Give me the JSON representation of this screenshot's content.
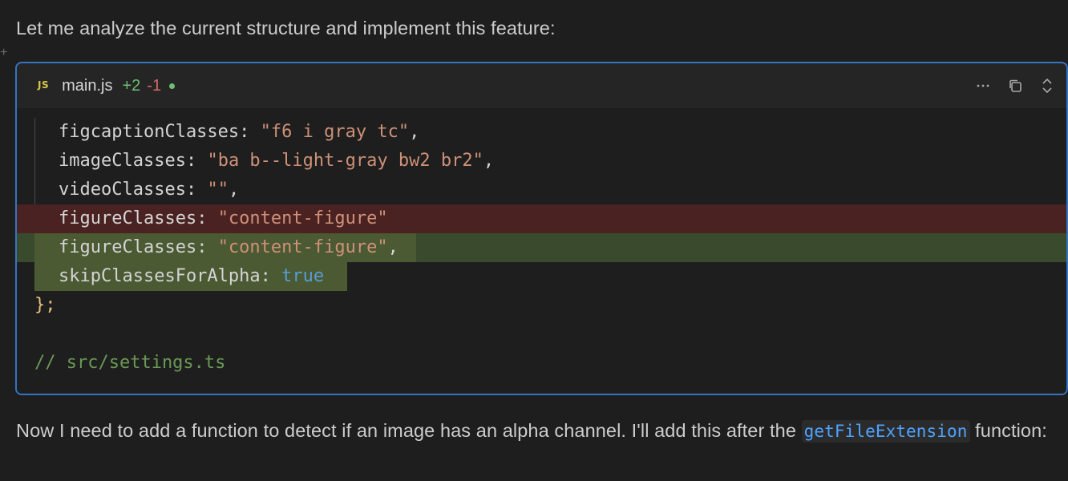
{
  "message": {
    "intro": "Let me analyze the current structure and implement this feature:",
    "outro_before": "Now I need to add a function to detect if an image has an alpha channel. I'll add this after the ",
    "outro_code": "getFileExtension",
    "outro_after": " function:"
  },
  "plus_glyph": "+",
  "code_block": {
    "lang_badge": "JS",
    "filename": "main.js",
    "added": "+2",
    "removed": "-1",
    "actions": [
      "more-icon",
      "copy-icon",
      "expand-collapse-icon"
    ],
    "lines": {
      "l1_key": "figcaptionClasses",
      "l1_val": "\"f6 i gray tc\"",
      "l2_key": "imageClasses",
      "l2_val": "\"ba b--light-gray bw2 br2\"",
      "l3_key": "videoClasses",
      "l3_val": "\"\"",
      "l4_key": "figureClasses",
      "l4_val": "\"content-figure\"",
      "l5_key": "figureClasses",
      "l5_val": "\"content-figure\"",
      "l6_key": "skipClassesForAlpha",
      "l6_val": "true",
      "l7": "};",
      "l9": "// src/settings.ts"
    },
    "colors": {
      "accent_border": "#3574c0",
      "deleted_bg": "#4b2222",
      "added_bg": "#3a4a2c",
      "string": "#ce9178",
      "keyword": "#569cd6",
      "comment": "#6a9955"
    }
  }
}
